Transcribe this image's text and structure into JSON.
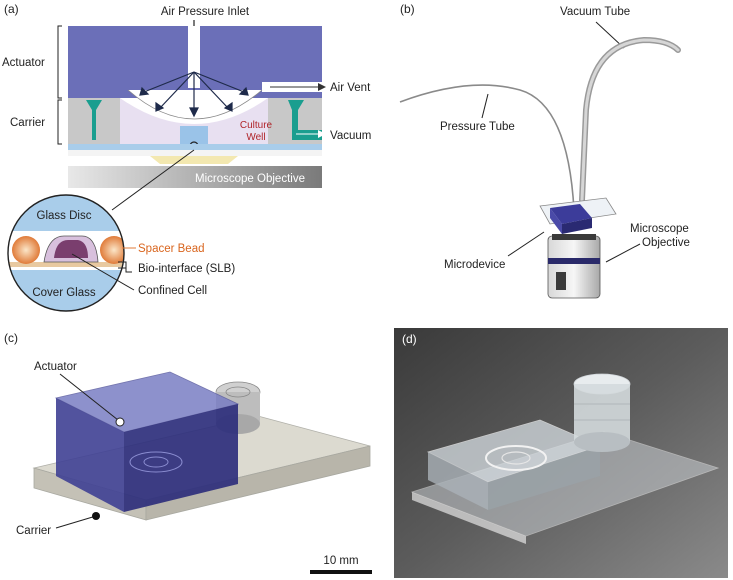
{
  "panels": {
    "a": {
      "tag": "(a)",
      "air_pressure_inlet": "Air Pressure Inlet",
      "actuator": "Actuator",
      "carrier": "Carrier",
      "air_vent": "Air Vent",
      "vacuum": "Vacuum",
      "culture_well_line1": "Culture",
      "culture_well_line2": "Well",
      "microscope_objective": "Microscope Objective",
      "glass_disc": "Glass Disc",
      "spacer_bead": "Spacer Bead",
      "bio_interface": "Bio-interface (SLB)",
      "confined_cell": "Confined Cell",
      "cover_glass": "Cover Glass"
    },
    "b": {
      "tag": "(b)",
      "vacuum_tube": "Vacuum Tube",
      "pressure_tube": "Pressure Tube",
      "microdevice": "Microdevice",
      "microscope_objective_line1": "Microscope",
      "microscope_objective_line2": "Objective"
    },
    "c": {
      "tag": "(c)",
      "actuator": "Actuator",
      "carrier": "Carrier",
      "scale_bar": "10 mm"
    },
    "d": {
      "tag": "(d)"
    }
  },
  "colors": {
    "actuator_blue": "#6b6fb8",
    "carrier_gray": "#c8c8c8",
    "teal": "#1a9e8f",
    "glass_blue": "#a9cdea",
    "bead_orange": "#e07b39",
    "culture_purple": "#d9c9e6",
    "cell_purple": "#7a3e6e"
  }
}
